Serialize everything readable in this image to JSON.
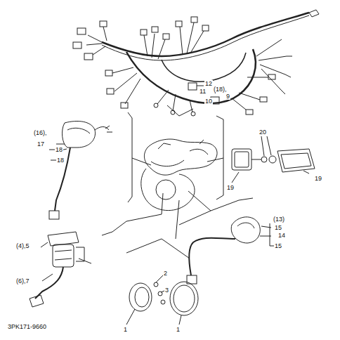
{
  "diagram": {
    "labels": [
      "12",
      "11",
      "(18),",
      "9",
      "10",
      "(16),",
      "17",
      "18",
      "18",
      "20",
      "19",
      "19",
      "(4),5",
      "(6),7",
      "2",
      "3",
      "1",
      "1",
      "(13)",
      "15",
      "14",
      "15",
      "3PK171-9660"
    ]
  }
}
